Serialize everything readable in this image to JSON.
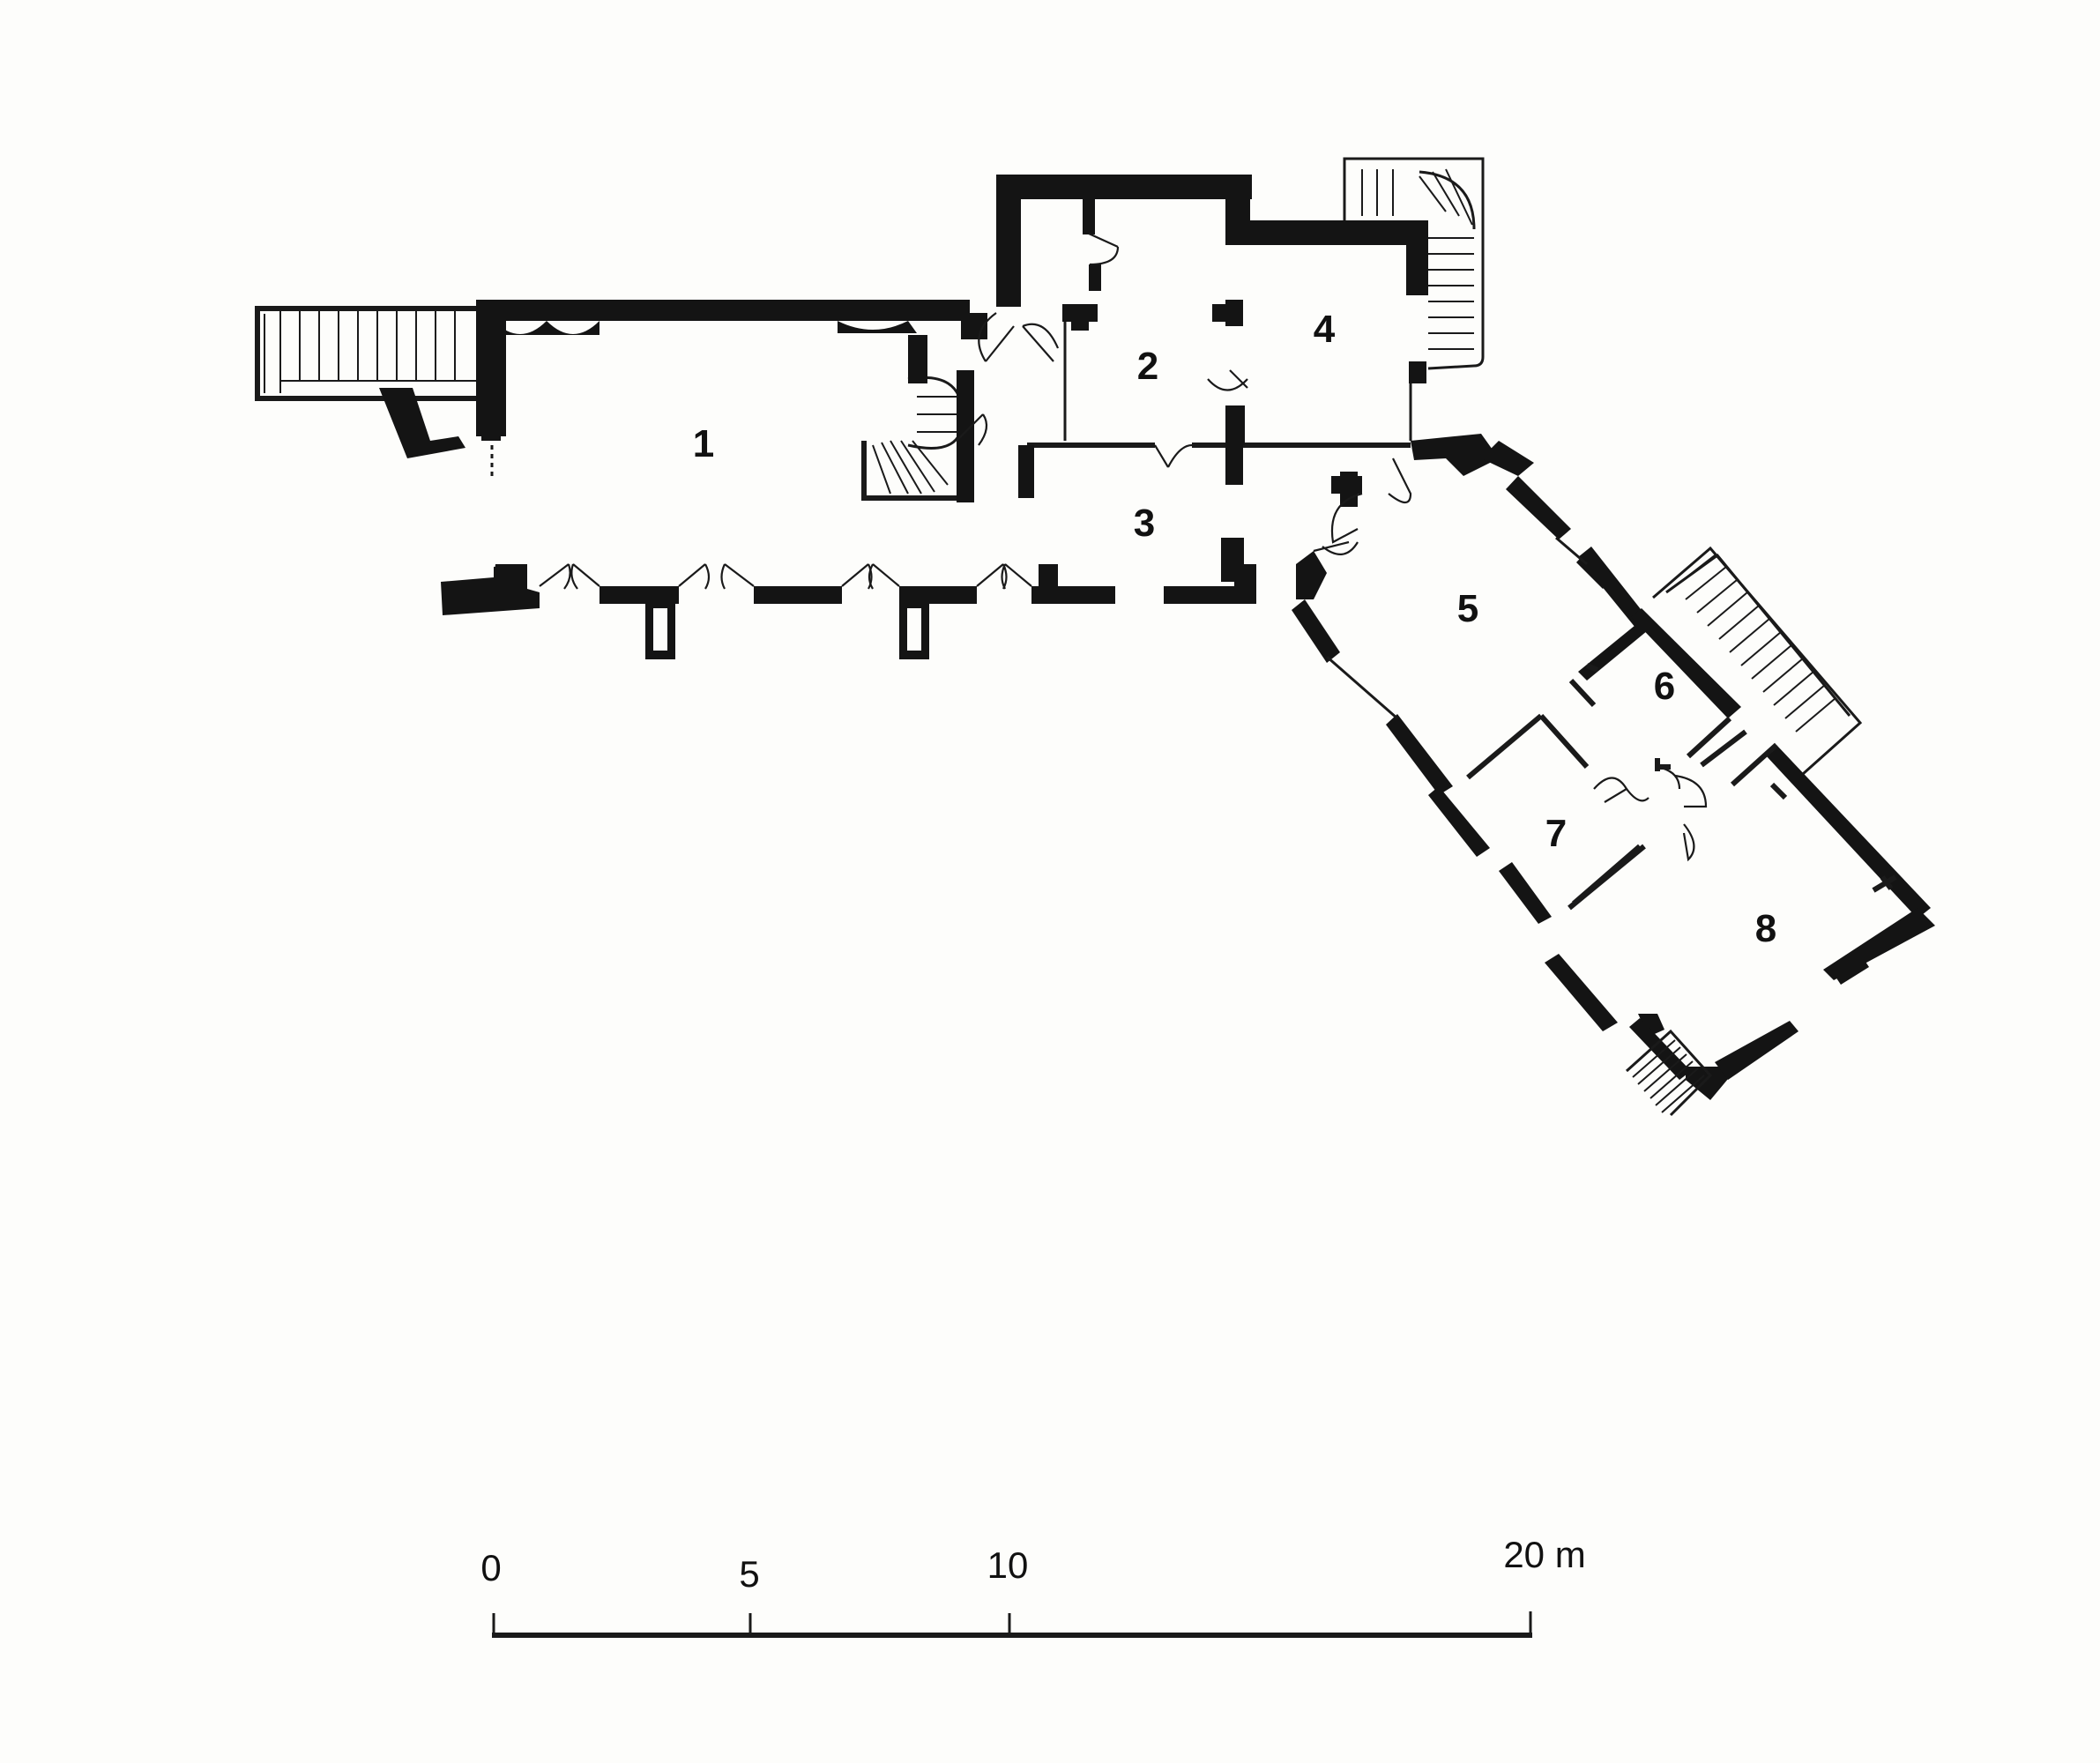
{
  "rooms": [
    {
      "id": "room-1",
      "label": "1"
    },
    {
      "id": "room-2",
      "label": "2"
    },
    {
      "id": "room-3",
      "label": "3"
    },
    {
      "id": "room-4",
      "label": "4"
    },
    {
      "id": "room-5",
      "label": "5"
    },
    {
      "id": "room-6",
      "label": "6"
    },
    {
      "id": "room-7",
      "label": "7"
    },
    {
      "id": "room-8",
      "label": "8"
    }
  ],
  "scale_bar": {
    "ticks": [
      {
        "value": 0,
        "label": "0"
      },
      {
        "value": 5,
        "label": "5"
      },
      {
        "value": 10,
        "label": "10"
      },
      {
        "value": 20,
        "label": "20 m"
      }
    ]
  }
}
